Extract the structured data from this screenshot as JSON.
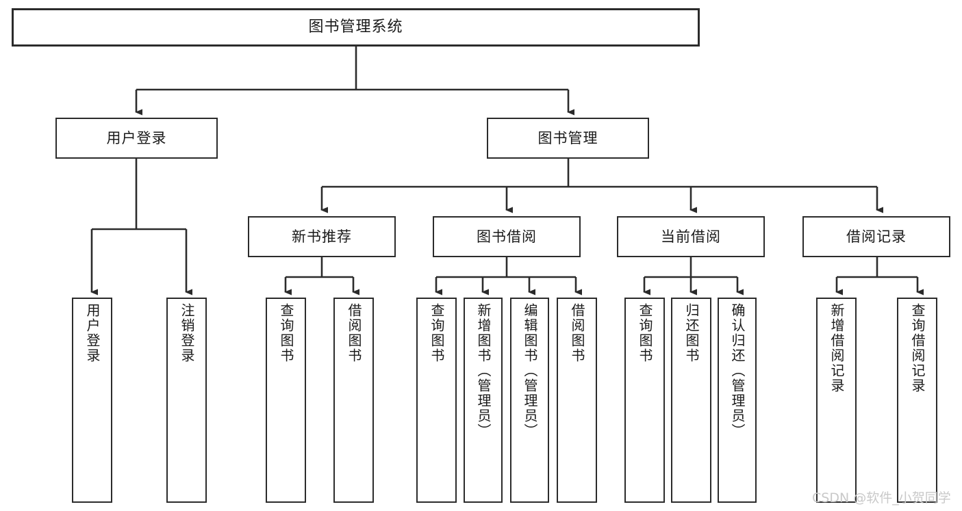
{
  "diagram": {
    "title": "图书管理系统",
    "type": "tree",
    "watermark": "CSDN @软件_小贺同学",
    "colors": {
      "box_border": "#2b2b2b",
      "box_fill": "#ffffff",
      "connector": "#2b2b2b",
      "text": "#1a1a1a",
      "watermark": "#c9c9c9",
      "background": "#ffffff"
    },
    "root": {
      "label": "图书管理系统"
    },
    "level2": [
      {
        "label": "用户登录"
      },
      {
        "label": "图书管理"
      }
    ],
    "level3": [
      {
        "label": "新书推荐"
      },
      {
        "label": "图书借阅"
      },
      {
        "label": "当前借阅"
      },
      {
        "label": "借阅记录"
      }
    ],
    "leaves": {
      "user_login": [
        {
          "label": "用户登录"
        },
        {
          "label": "注销登录"
        }
      ],
      "new_book_recommend": [
        {
          "label": "查询图书"
        },
        {
          "label": "借阅图书"
        }
      ],
      "book_borrow": [
        {
          "label": "查询图书"
        },
        {
          "label": "新增图书（管理员）"
        },
        {
          "label": "编辑图书（管理员）"
        },
        {
          "label": "借阅图书"
        }
      ],
      "current_borrow": [
        {
          "label": "查询图书"
        },
        {
          "label": "归还图书"
        },
        {
          "label": "确认归还（管理员）"
        }
      ],
      "borrow_record": [
        {
          "label": "新增借阅记录"
        },
        {
          "label": "查询借阅记录"
        }
      ]
    }
  }
}
